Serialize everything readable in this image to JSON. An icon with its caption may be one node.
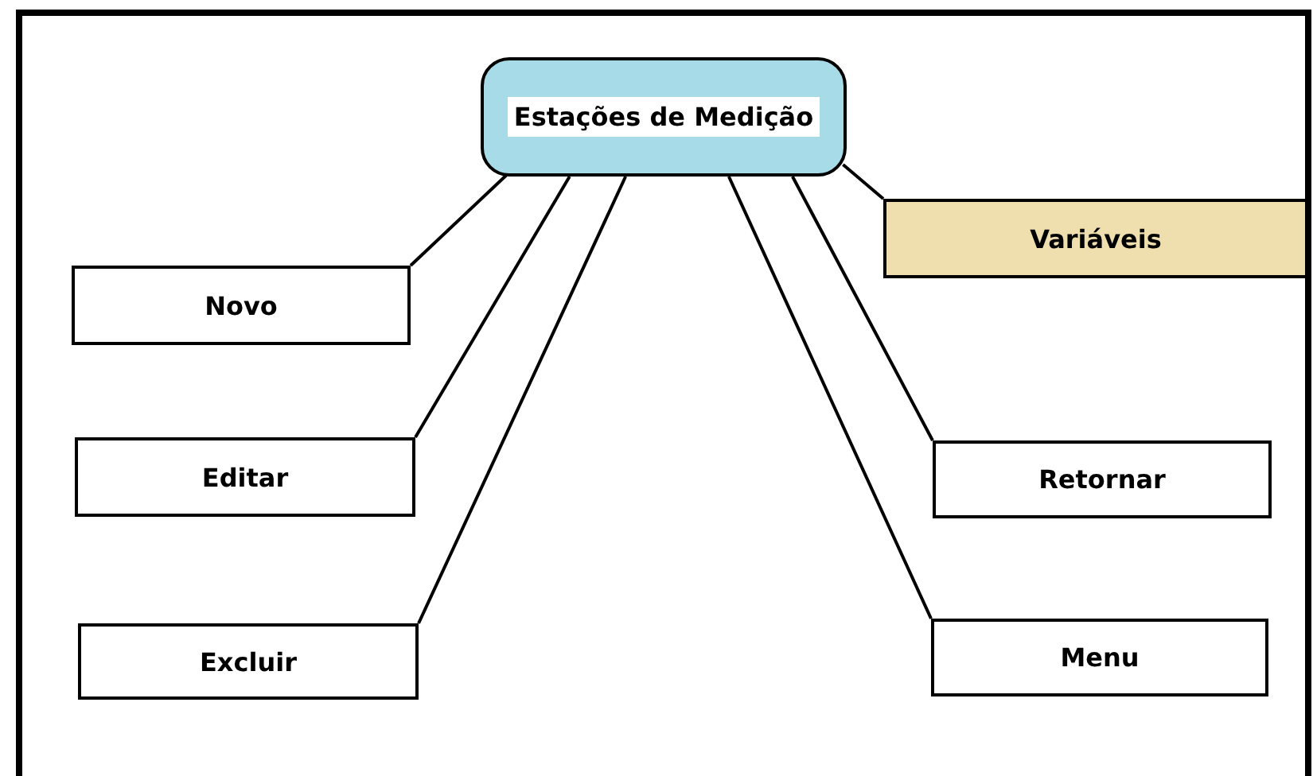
{
  "diagram": {
    "nodes": [
      {
        "text": [
          "Estações de Medição"
        ]
      },
      {
        "text": [
          "Novo"
        ]
      },
      {
        "text": [
          "Editar"
        ]
      },
      {
        "text": [
          "Excluir"
        ]
      },
      {
        "text": [
          "Variáveis"
        ]
      },
      {
        "text": [
          "Retornar"
        ]
      },
      {
        "text": [
          "Menu"
        ]
      }
    ],
    "edges": [
      {
        "from": 0,
        "to": 1,
        "arrow": "none"
      },
      {
        "from": 0,
        "to": 2,
        "arrow": "none"
      },
      {
        "from": 0,
        "to": 3,
        "arrow": "none"
      },
      {
        "from": 0,
        "to": 4,
        "arrow": "none"
      },
      {
        "from": 0,
        "to": 5,
        "arrow": "none"
      },
      {
        "from": 0,
        "to": 6,
        "arrow": "none"
      }
    ]
  }
}
